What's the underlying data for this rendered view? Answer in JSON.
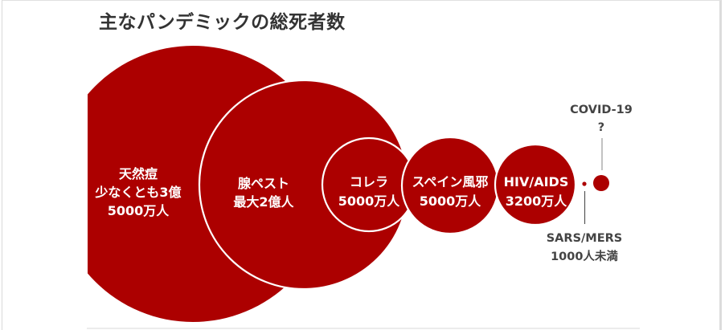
{
  "title": "主なパンデミックの総死者数",
  "colors": {
    "bubble": "#AC0000",
    "bubble_outline": "#ffffff",
    "label_on_bubble": "#ffffff",
    "label_outside": "#444444",
    "title": "#333333",
    "leader_line": "#555555"
  },
  "bubbles": [
    {
      "name": "天然痘",
      "lines": [
        "天然痘",
        "少なくとも3億",
        "5000万人"
      ]
    },
    {
      "name": "腺ペスト",
      "lines": [
        "腺ペスト",
        "最大2億人"
      ]
    },
    {
      "name": "コレラ",
      "lines": [
        "コレラ",
        "5000万人"
      ]
    },
    {
      "name": "スペイン風邪",
      "lines": [
        "スペイン風邪",
        "5000万人"
      ]
    },
    {
      "name": "HIV/AIDS",
      "lines": [
        "HIV/AIDS",
        "3200万人"
      ]
    },
    {
      "name": "SARS/MERS",
      "lines": [
        "SARS/MERS",
        "1000人未満"
      ]
    },
    {
      "name": "COVID-19",
      "lines": [
        "COVID-19",
        "?"
      ]
    }
  ],
  "chart_data": {
    "type": "bubble",
    "title": "主なパンデミックの総死者数",
    "unit": "人 (deaths)",
    "categories": [
      "天然痘",
      "腺ペスト",
      "コレラ",
      "スペイン風邪",
      "HIV/AIDS",
      "SARS/MERS",
      "COVID-19"
    ],
    "value_labels": [
      "少なくとも3億5000万人",
      "最大2億人",
      "5000万人",
      "5000万人",
      "3200万人",
      "1000人未満",
      "?"
    ],
    "values": [
      350000000,
      200000000,
      50000000,
      50000000,
      32000000,
      1000,
      null
    ],
    "value_qualifiers": [
      "at least",
      "up to",
      "",
      "",
      "",
      "less than",
      "unknown"
    ],
    "layout": {
      "arrangement": "horizontal overlapping circles, sized by value, left to right descending",
      "label_position": [
        "inside",
        "inside",
        "inside",
        "inside",
        "inside",
        "below (leader line)",
        "above (leader line)"
      ],
      "grid": false,
      "axes": false,
      "legend": false
    }
  }
}
